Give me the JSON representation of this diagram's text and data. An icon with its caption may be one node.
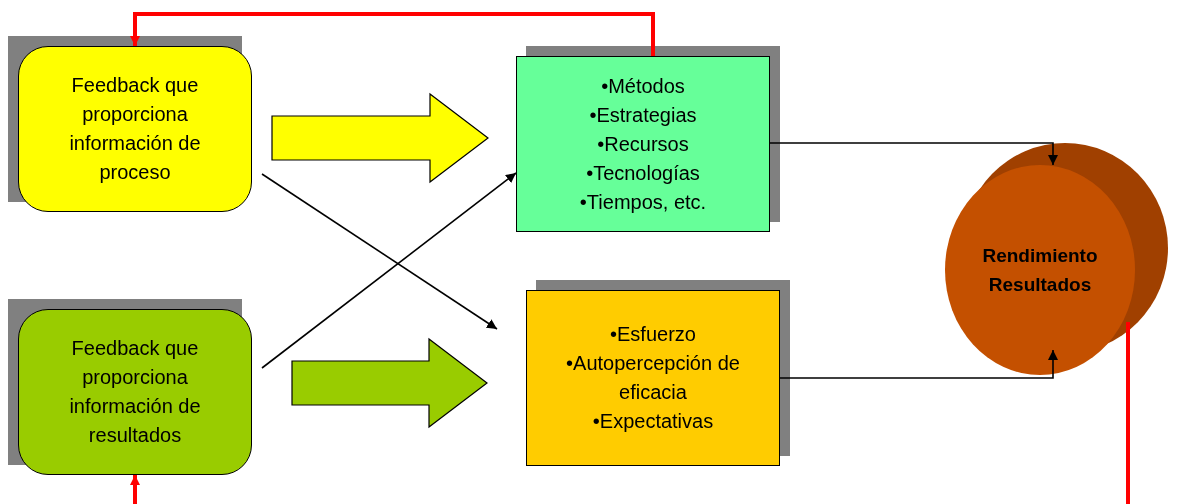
{
  "diagram": {
    "nodes": [
      {
        "text": [
          "Feedback que proporciona información de proceso"
        ]
      },
      {
        "text": [
          "•Métodos",
          "•Estrategias",
          "•Recursos",
          "•Tecnologías",
          "•Tiempos, etc."
        ]
      },
      {
        "text": [
          "Feedback que proporciona información de resultados"
        ]
      },
      {
        "text": [
          "•Esfuerzo",
          "•Autopercepción de eficacia",
          "•Expectativas"
        ]
      },
      {
        "text": [
          "Rendimiento Resultados"
        ]
      }
    ],
    "edges": [
      {
        "from": 0,
        "to": 1,
        "arrow": "to",
        "style": "thick",
        "color": "#ffff00"
      },
      {
        "from": 0,
        "to": 3,
        "arrow": "to"
      },
      {
        "from": 2,
        "to": 1,
        "arrow": "to"
      },
      {
        "from": 2,
        "to": 3,
        "arrow": "to",
        "style": "thick",
        "color": "#99cc00"
      },
      {
        "from": 1,
        "to": 4,
        "arrow": "to"
      },
      {
        "from": 3,
        "to": 4,
        "arrow": "to"
      },
      {
        "from": 1,
        "to": 0,
        "arrow": "to",
        "style": "thick",
        "color": "#ff0000"
      },
      {
        "from": 4,
        "to": 2,
        "arrow": "to",
        "style": "thick",
        "color": "#ff0000"
      }
    ]
  }
}
